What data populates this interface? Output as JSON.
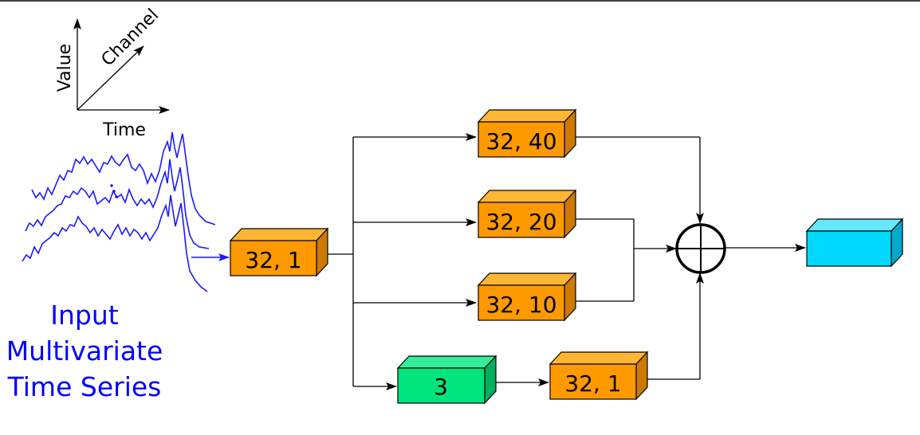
{
  "axes": {
    "value_label": "Value",
    "channel_label": "Channel",
    "time_label": "Time"
  },
  "input_caption": {
    "line1": "Input",
    "line2": "Multivariate",
    "line3": "Time Series"
  },
  "blocks": {
    "bottleneck": "32, 1",
    "branch_top": "32, 40",
    "branch_mid": "32, 20",
    "branch_low": "32, 10",
    "maxpool": "3",
    "maxpool_conv": "32, 1",
    "output": ""
  },
  "colors": {
    "orange": "#ff9900",
    "green": "#00e47c",
    "cyan": "#00d8ff",
    "series_blue": "#1a1aff",
    "caption_blue": "#0000ff"
  }
}
